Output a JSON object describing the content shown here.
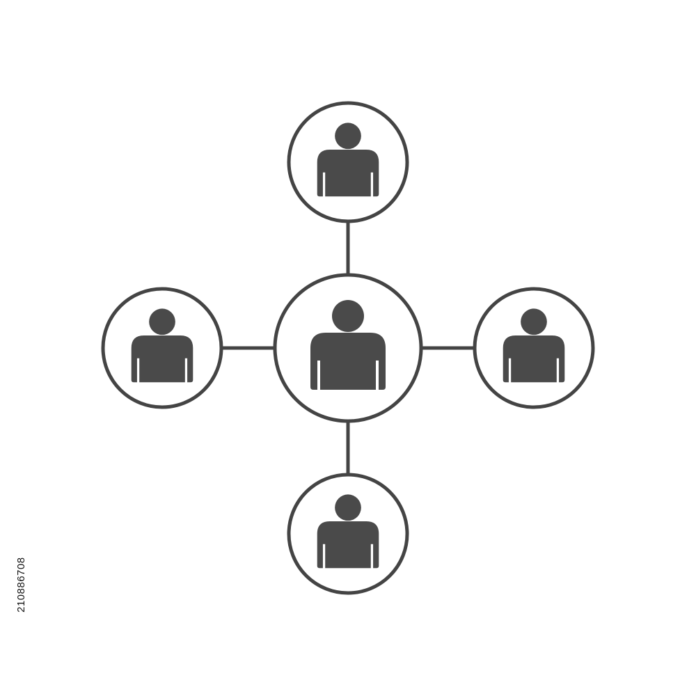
{
  "colors": {
    "background": "#ffffff",
    "stroke": "#444444",
    "fill": "#4a4a4a"
  },
  "nodes": [
    {
      "id": "center",
      "icon": "person-icon"
    },
    {
      "id": "top",
      "icon": "person-icon"
    },
    {
      "id": "left",
      "icon": "person-icon"
    },
    {
      "id": "right",
      "icon": "person-icon"
    },
    {
      "id": "bottom",
      "icon": "person-icon"
    }
  ],
  "edges": [
    {
      "from": "center",
      "to": "top"
    },
    {
      "from": "center",
      "to": "left"
    },
    {
      "from": "center",
      "to": "right"
    },
    {
      "from": "center",
      "to": "bottom"
    }
  ],
  "watermark": {
    "stock_id": "210886708"
  }
}
